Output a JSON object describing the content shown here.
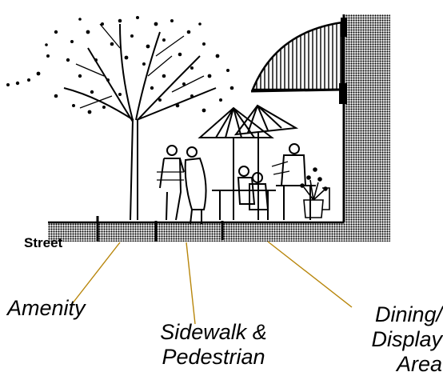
{
  "labels": {
    "street": "Street",
    "amenity": "Amenity",
    "sidewalk_line1": "Sidewalk &",
    "sidewalk_line2": "Pedestrian",
    "dining_line1": "Dining/",
    "dining_line2": "Display",
    "dining_line3": "Area"
  },
  "colors": {
    "ink": "#000000",
    "leader_line": "#b8860b",
    "ground_fill": "#4a4a4a"
  },
  "icons": [
    "tree-illustration",
    "pedestrian-figures",
    "umbrella-tables",
    "awning",
    "building-wall",
    "planter"
  ]
}
